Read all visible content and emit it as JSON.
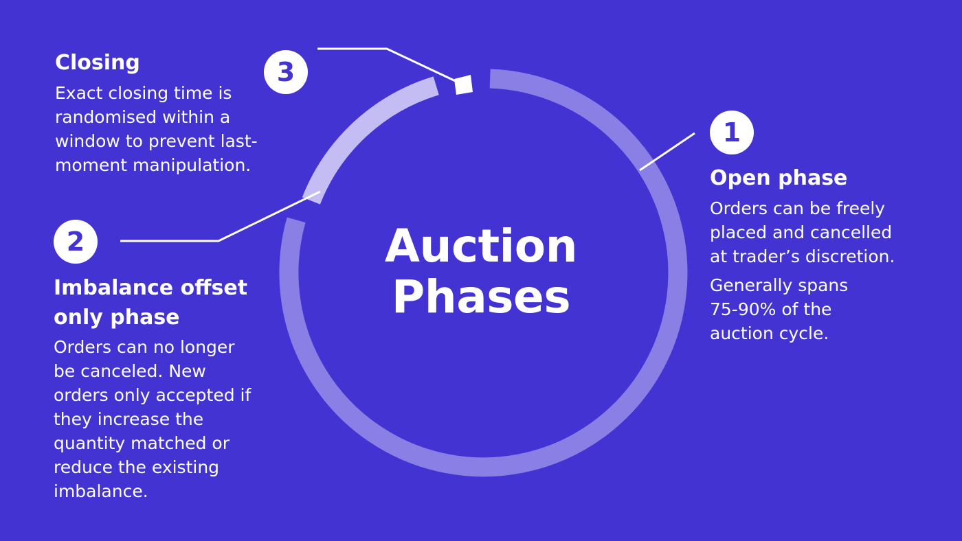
{
  "colors": {
    "background": "#4333d2",
    "ring_open_phase": "#8a7fe5",
    "ring_imbalance_phase": "#c3bdf3",
    "ring_closing": "#ffffff",
    "connector_lines": "#ffffff",
    "badge_fill": "#ffffff",
    "badge_text": "#4333d2"
  },
  "center": {
    "title_lines": [
      "Auction",
      "Phases"
    ]
  },
  "phases": [
    {
      "number": "1",
      "title_lines": [
        "Open phase"
      ],
      "description_lines": [
        "Orders can be freely",
        "placed and cancelled",
        "at trader’s discretion."
      ],
      "note_lines": [
        "Generally spans",
        "75-90% of the",
        "auction cycle."
      ]
    },
    {
      "number": "2",
      "title_lines": [
        "Imbalance offset",
        "only phase"
      ],
      "description_lines": [
        "Orders can no longer",
        "be canceled. New",
        "orders only accepted if",
        "they increase the",
        "quantity matched or",
        "reduce the existing",
        "imbalance."
      ]
    },
    {
      "number": "3",
      "title_lines": [
        "Closing"
      ],
      "description_lines": [
        "Exact closing time is",
        "randomised within a",
        "window to prevent last-",
        "moment manipulation."
      ]
    }
  ]
}
